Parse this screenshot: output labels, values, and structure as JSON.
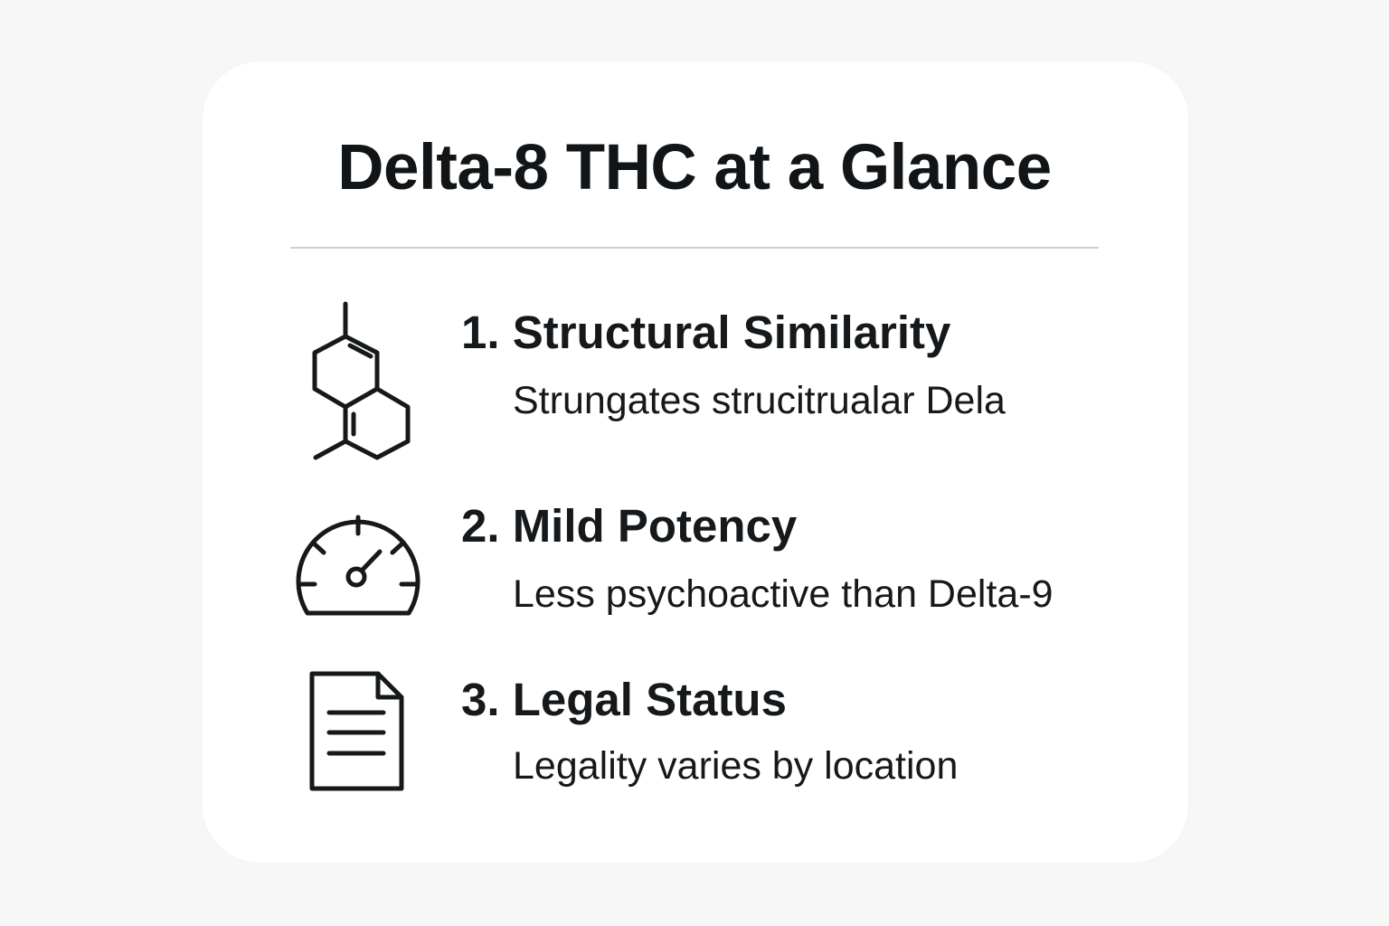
{
  "title": "Delta-8 THC at a Glance",
  "items": [
    {
      "heading": "1. Structural Similarity",
      "description": "Strungates strucitrualar Dela",
      "icon": "molecule-icon"
    },
    {
      "heading": "2. Mild Potency",
      "description": "Less psychoactive than Delta-9",
      "icon": "gauge-icon"
    },
    {
      "heading": "3. Legal Status",
      "description": "Legality varies by location",
      "icon": "document-icon"
    }
  ],
  "colors": {
    "background": "#f7f7f7",
    "card": "#ffffff",
    "text": "#16191b",
    "divider": "#cfcfcf"
  }
}
